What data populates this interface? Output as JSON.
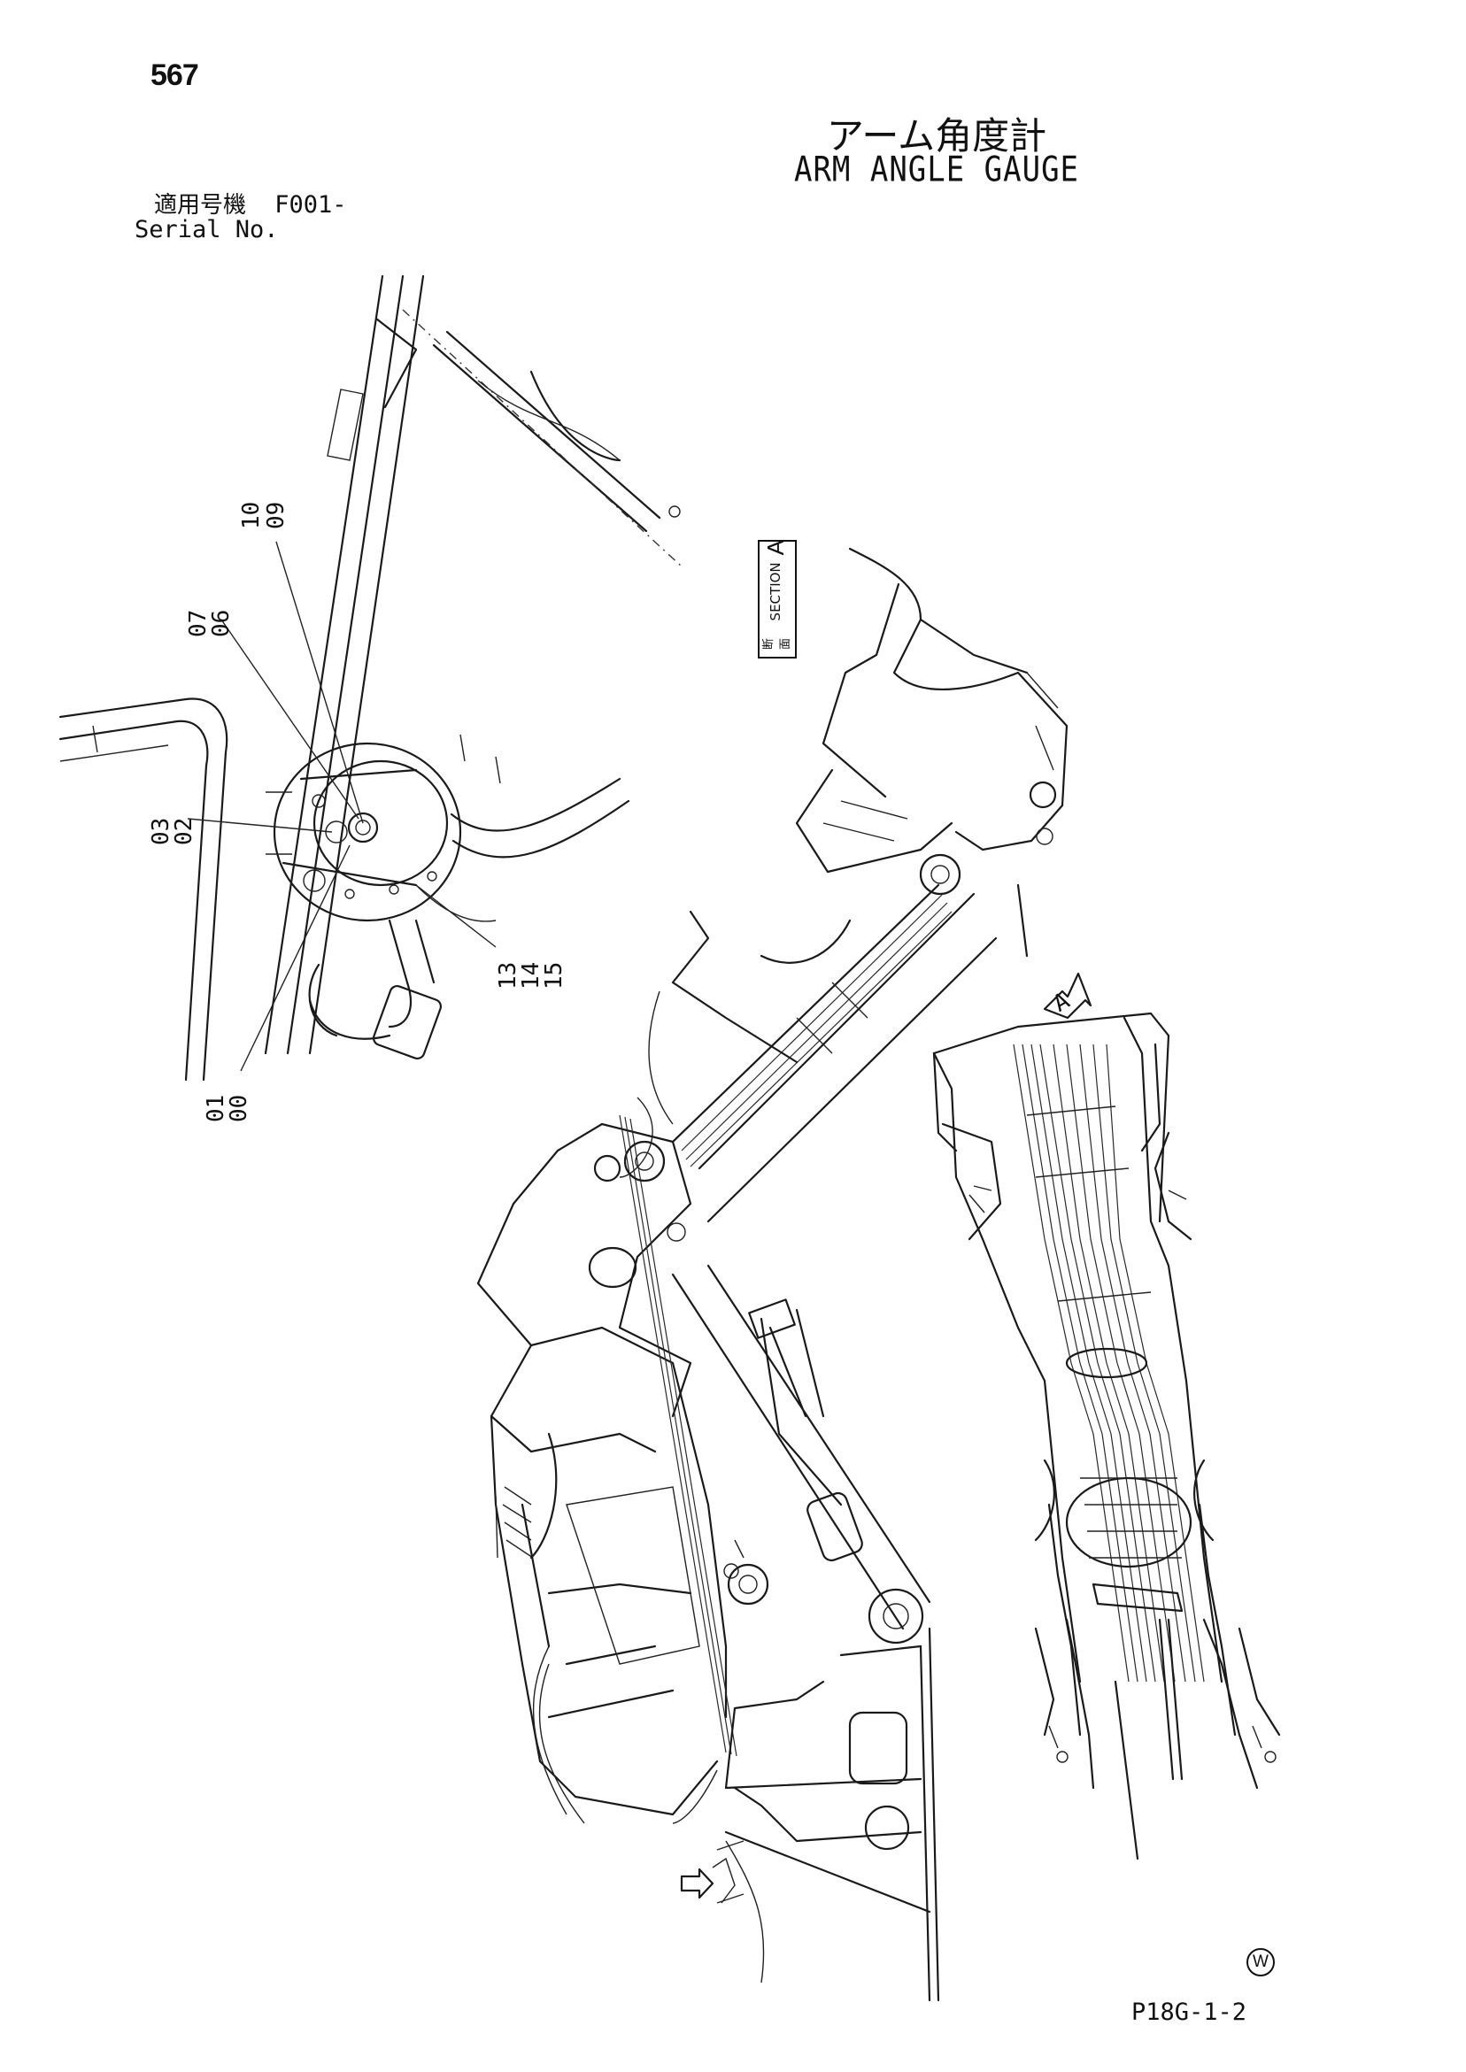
{
  "page": {
    "number": "567"
  },
  "title": {
    "jp": "アーム角度計",
    "en": "ARM ANGLE GAUGE"
  },
  "serial": {
    "jp_label": "適用号機",
    "value": "F001-",
    "en_label": "Serial No."
  },
  "section_marker": {
    "jp": "断 面",
    "en": "SECTION",
    "letter": "A"
  },
  "view_arrow": {
    "letter": "A"
  },
  "part_labels": [
    "10",
    "09",
    "07",
    "06",
    "03",
    "02",
    "13",
    "14",
    "15",
    "01",
    "00"
  ],
  "footer": {
    "mark": "W",
    "drawing_code": "P18G-1-2"
  }
}
